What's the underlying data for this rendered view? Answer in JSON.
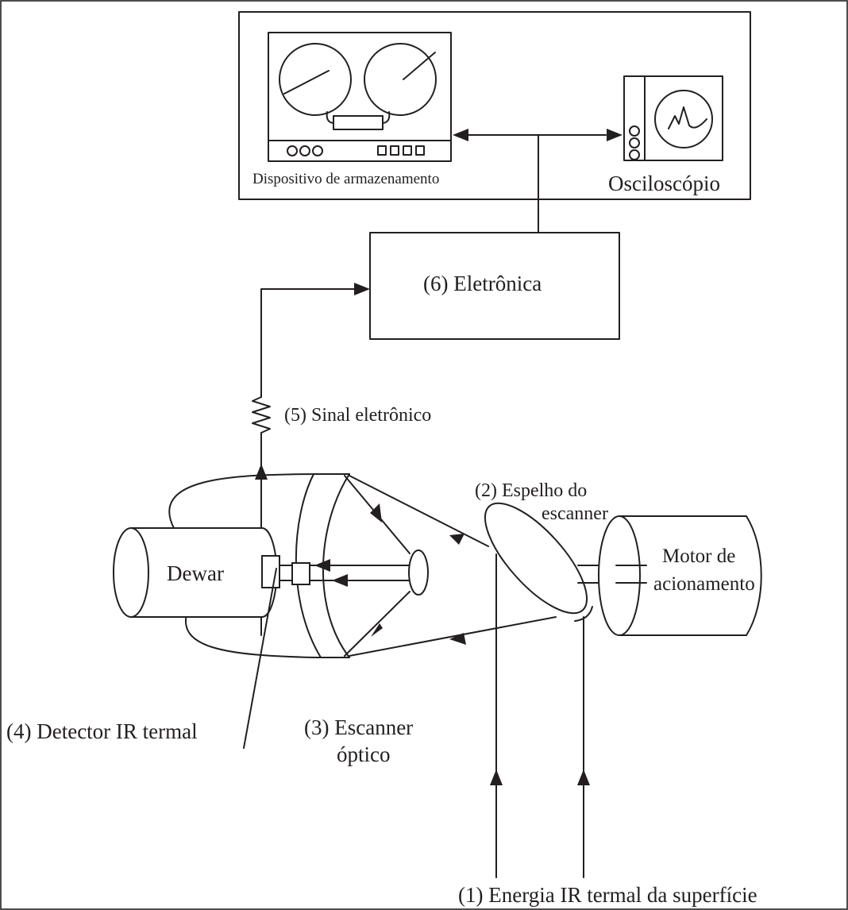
{
  "labels": {
    "storage_device": "Dispositivo de armazenamento",
    "oscilloscope": "Osciloscópio",
    "electronics": "(6) Eletrônica",
    "electronic_signal": "(5) Sinal eletrônico",
    "scanner_mirror_line1": "(2) Espelho do",
    "scanner_mirror_line2": "escanner",
    "dewar": "Dewar",
    "drive_motor_line1": "Motor de",
    "drive_motor_line2": "acionamento",
    "thermal_ir_detector": "(4) Detector IR termal",
    "optical_scanner_line1": "(3) Escanner",
    "optical_scanner_line2": "óptico",
    "surface_ir_energy": "(1) Energia IR termal da superfície"
  },
  "colors": {
    "line": "#231f20",
    "background": "#ffffff"
  }
}
